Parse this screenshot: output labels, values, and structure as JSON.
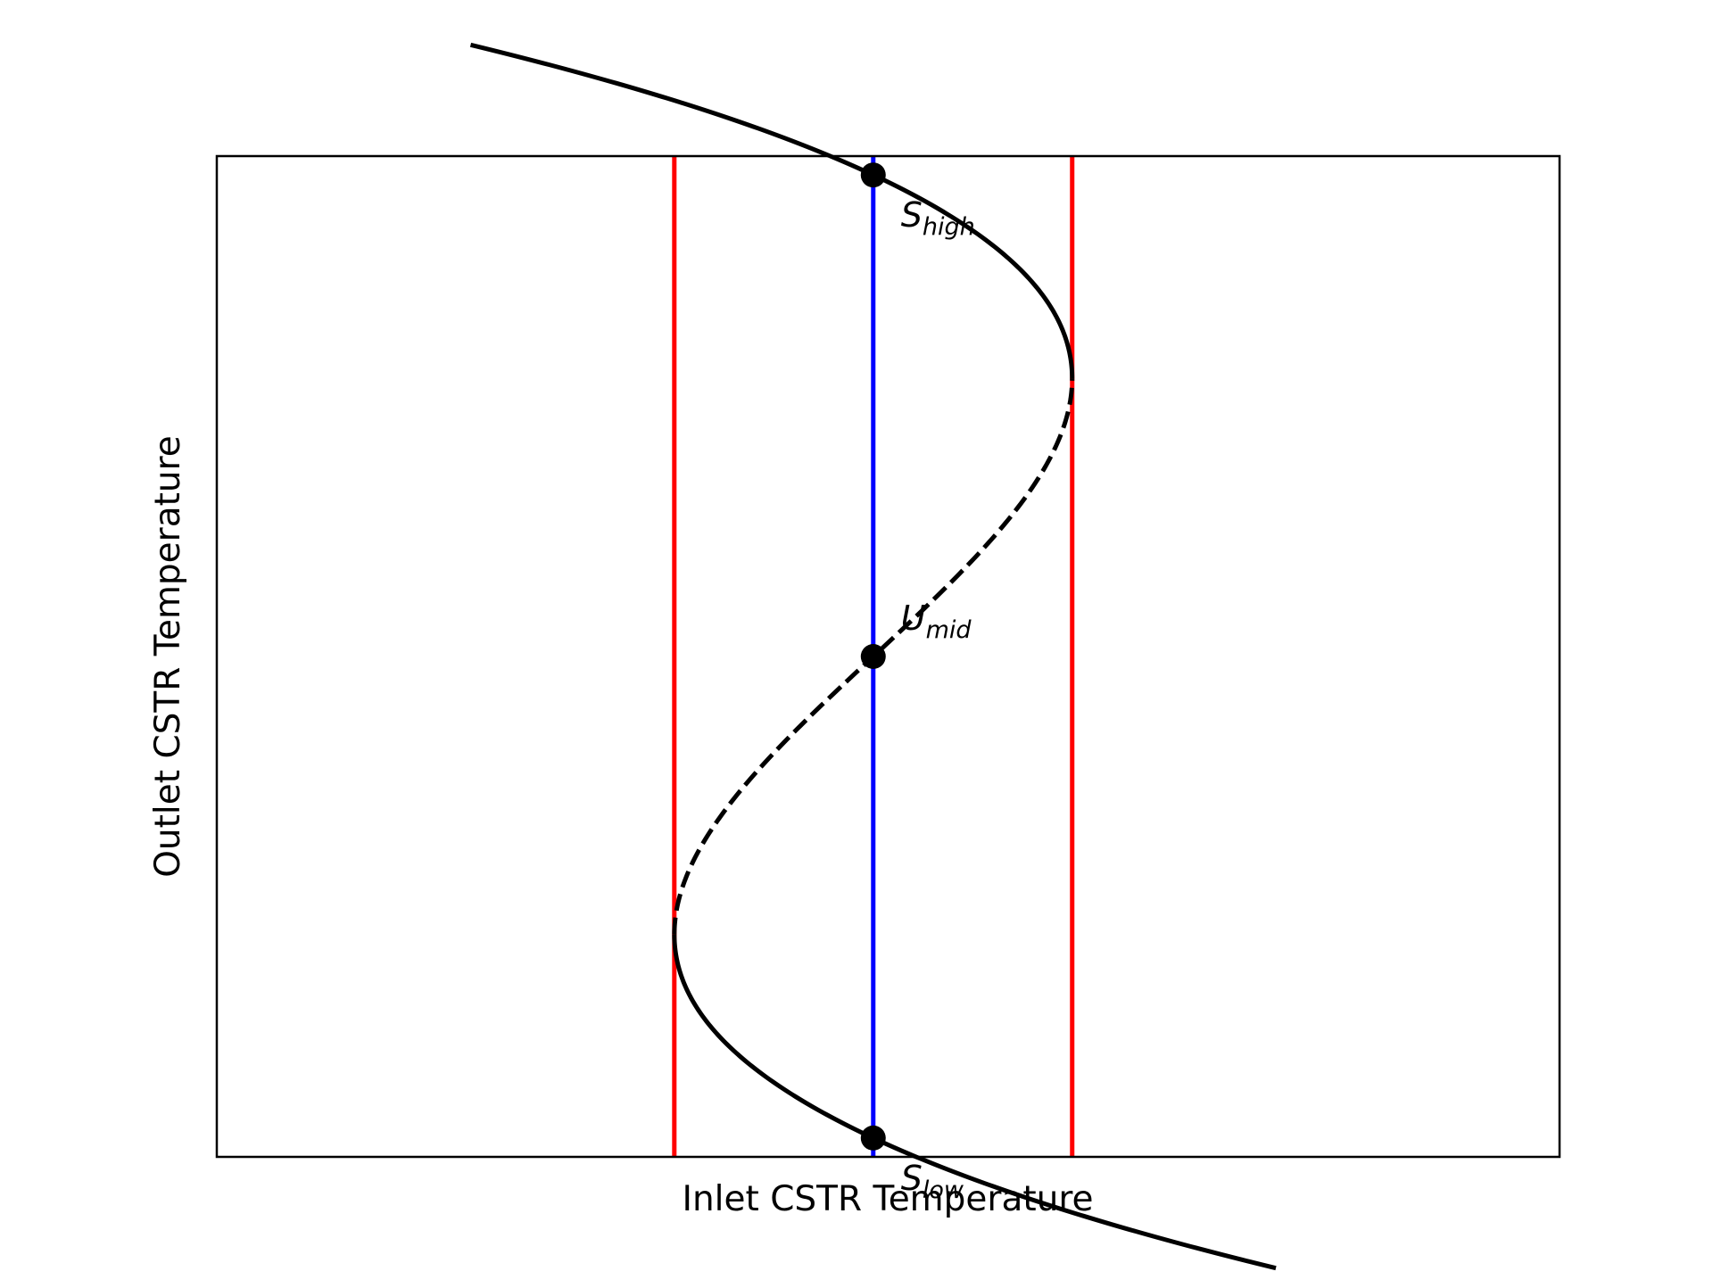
{
  "chart_data": {
    "type": "line",
    "title": "",
    "xlabel": "Inlet CSTR Temperature",
    "ylabel": "Outlet CSTR Temperature",
    "xlim": [
      -2.2,
      2.3
    ],
    "ylim": [
      -1.8,
      1.8
    ],
    "grid": false,
    "ticks_shown": false,
    "curve": {
      "description": "S-shaped steady-state curve x = y - y^3/3",
      "series": [
        {
          "name": "",
          "style": "solid",
          "color": "#000000",
          "segment": "high branch",
          "y_from": 1.0,
          "y_to": 2.2
        },
        {
          "name": "",
          "style": "dashed",
          "color": "#000000",
          "segment": "middle (unstable) branch",
          "y_from": -1.0,
          "y_to": 1.0
        },
        {
          "name": "",
          "style": "solid",
          "color": "#000000",
          "segment": "low branch",
          "y_from": -2.2,
          "y_to": -1.0
        }
      ]
    },
    "vertical_lines": [
      {
        "x": -0.6667,
        "color": "#ff0000"
      },
      {
        "x": 0.0,
        "color": "#0000ff"
      },
      {
        "x": 0.6667,
        "color": "#ff0000"
      }
    ],
    "points": [
      {
        "name": "S_high",
        "label_main": "S",
        "label_sub": "high",
        "x": 0.0,
        "y": 1.732
      },
      {
        "name": "U_mid",
        "label_main": "U",
        "label_sub": "mid",
        "x": 0.0,
        "y": 0.0
      },
      {
        "name": "S_low",
        "label_main": "S",
        "label_sub": "low",
        "x": 0.0,
        "y": -1.732
      }
    ]
  }
}
